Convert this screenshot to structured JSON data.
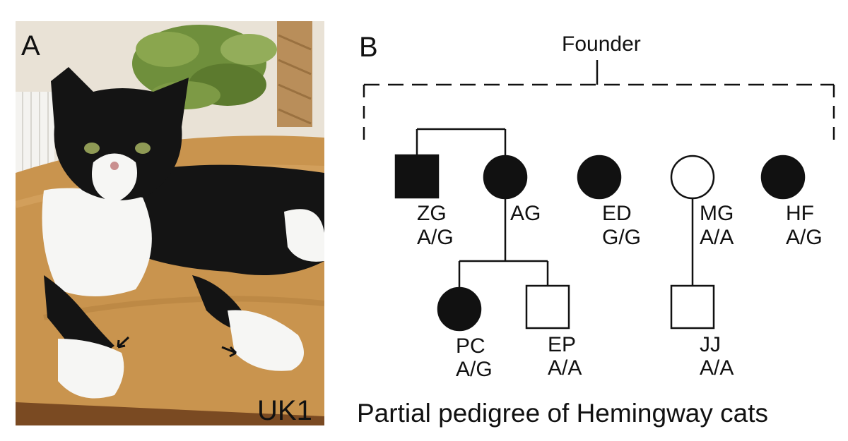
{
  "panel_a": {
    "letter": "A",
    "photo_label": "UK1",
    "colors": {
      "wall": "#e9e2d6",
      "table": "#c9944e",
      "cat_black": "#141414",
      "cat_white": "#f6f6f4",
      "plant": "#6f8f3c"
    }
  },
  "panel_b": {
    "letter": "B",
    "founder_label": "Founder",
    "caption": "Partial pedigree of Hemingway cats",
    "individuals": [
      {
        "id": "ZG",
        "genotype": "A/G",
        "sex": "male",
        "affected": true
      },
      {
        "id": "AG",
        "genotype": "",
        "sex": "female",
        "affected": true
      },
      {
        "id": "ED",
        "genotype": "G/G",
        "sex": "female",
        "affected": true
      },
      {
        "id": "MG",
        "genotype": "A/A",
        "sex": "female",
        "affected": false
      },
      {
        "id": "HF",
        "genotype": "A/G",
        "sex": "female",
        "affected": true
      },
      {
        "id": "PC",
        "genotype": "A/G",
        "sex": "female",
        "affected": true
      },
      {
        "id": "EP",
        "genotype": "A/A",
        "sex": "male",
        "affected": false
      },
      {
        "id": "JJ",
        "genotype": "A/A",
        "sex": "male",
        "affected": false
      }
    ],
    "relations": {
      "mating": [
        "ZG",
        "AG"
      ],
      "offspring_of_AG": [
        "PC",
        "EP"
      ],
      "offspring_of_MG": [
        "JJ"
      ],
      "founder_descendants": [
        "ZG",
        "AG",
        "ED",
        "MG",
        "HF"
      ]
    }
  }
}
